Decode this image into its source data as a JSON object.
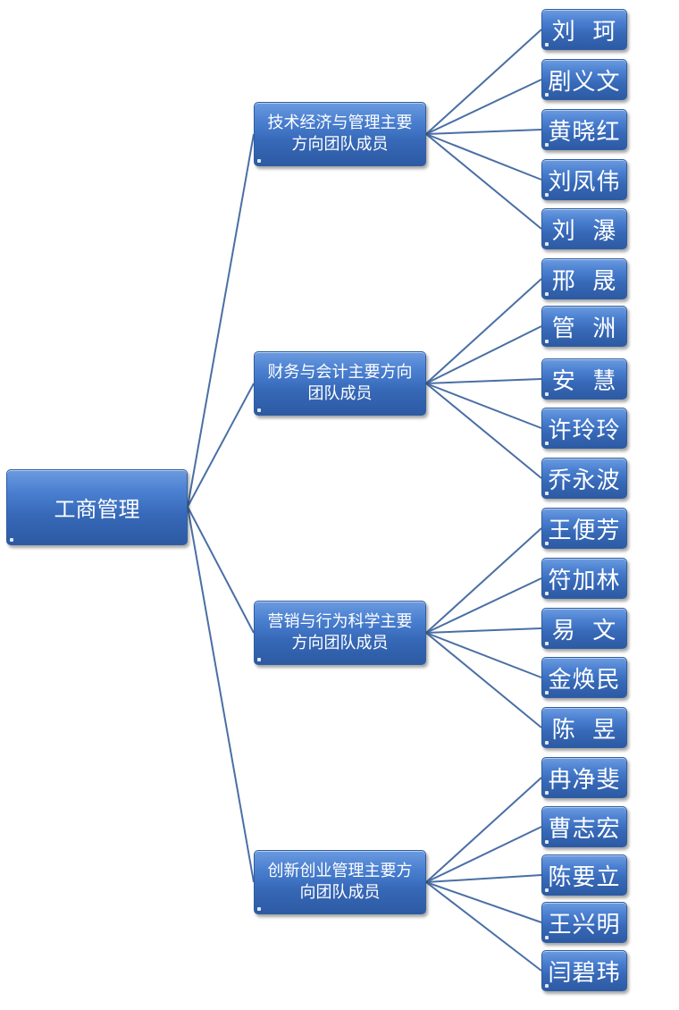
{
  "root": {
    "label": "工商管理"
  },
  "groups": [
    {
      "label": "技术经济与管理主要方向团队成员",
      "members": [
        "刘  珂",
        "剧义文",
        "黄晓红",
        "刘凤伟",
        "刘  瀑"
      ]
    },
    {
      "label": "财务与会计主要方向团队成员",
      "members": [
        "邢  晟",
        "管  洲",
        "安  慧",
        "许玲玲",
        "乔永波"
      ]
    },
    {
      "label": "营销与行为科学主要方向团队成员",
      "members": [
        "王便芳",
        "符加林",
        "易  文",
        "金焕民",
        "陈  昱"
      ]
    },
    {
      "label": "创新创业管理主要方向团队成员",
      "members": [
        "冉净斐",
        "曹志宏",
        "陈要立",
        "王兴明",
        "闫碧玮"
      ]
    }
  ],
  "colors": {
    "box": "#3769b8",
    "line": "#4a6fa5"
  }
}
